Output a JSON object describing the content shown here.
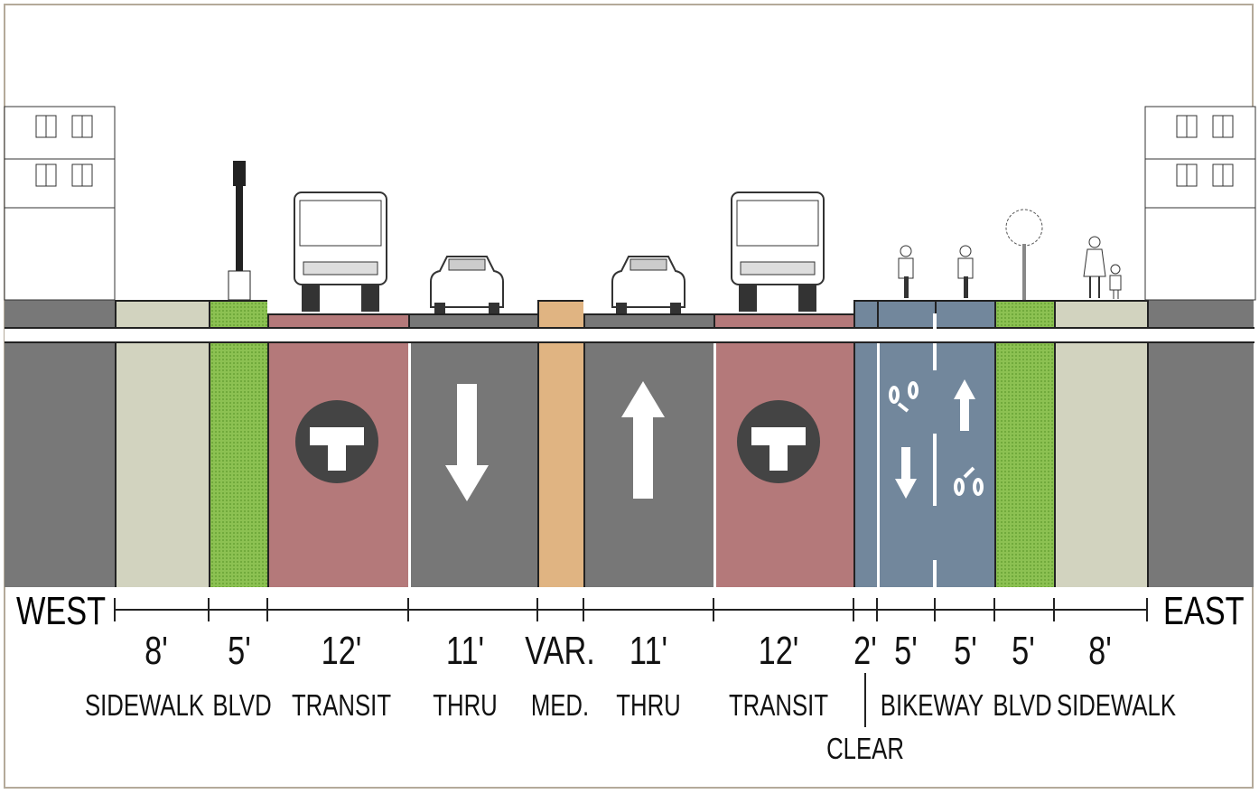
{
  "directions": {
    "west": "WEST",
    "east": "EAST"
  },
  "colors": {
    "outer": "#787878",
    "sidewalk": "#d2d3bf",
    "blvd": "#8cc152",
    "transit": "#b4797a",
    "thru": "#777777",
    "median": "#e0b482",
    "bikeway": "#72879c"
  },
  "segments": [
    {
      "name": "SIDEWALK",
      "dimension": "8'",
      "color": "#d2d3bf"
    },
    {
      "name": "BLVD",
      "dimension": "5'",
      "color": "#8cc152"
    },
    {
      "name": "TRANSIT",
      "dimension": "12'",
      "color": "#b4797a",
      "icon": "transit-t-icon"
    },
    {
      "name": "THRU",
      "dimension": "11'",
      "color": "#777777",
      "icon": "arrow-down-icon"
    },
    {
      "name": "MED.",
      "dimension": "VAR.",
      "color": "#e0b482"
    },
    {
      "name": "THRU",
      "dimension": "11'",
      "color": "#777777",
      "icon": "arrow-up-icon"
    },
    {
      "name": "TRANSIT",
      "dimension": "12'",
      "color": "#b4797a",
      "icon": "transit-t-icon"
    },
    {
      "name": "CLEAR",
      "dimension": "2'",
      "color": "#72879c"
    },
    {
      "name": "BIKEWAY",
      "dimension": "5'",
      "color": "#72879c",
      "icon": "bike-down-icon"
    },
    {
      "name": "",
      "dimension": "5'",
      "color": "#72879c",
      "icon": "bike-up-icon"
    },
    {
      "name": "BLVD",
      "dimension": "5'",
      "color": "#8cc152"
    },
    {
      "name": "SIDEWALK",
      "dimension": "8'",
      "color": "#d2d3bf"
    }
  ]
}
